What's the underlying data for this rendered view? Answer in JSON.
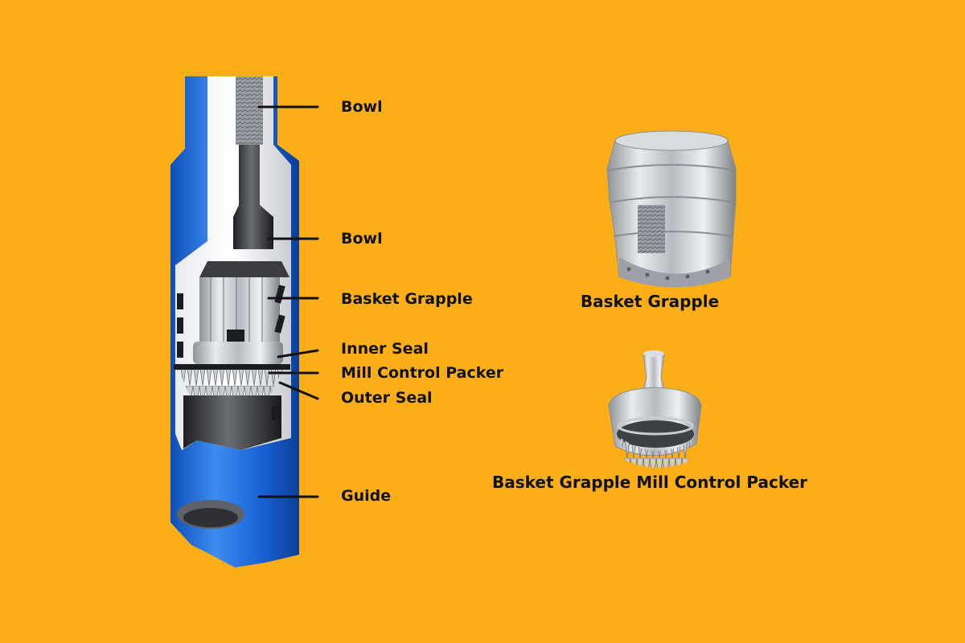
{
  "colors": {
    "background": "#FBAE17",
    "housing_blue": "#1F6FE0",
    "steel": "#B8BCC2",
    "leader_line": "#111111"
  },
  "overshot": {
    "callouts": [
      {
        "id": "bowl-top",
        "label": "Bowl"
      },
      {
        "id": "bowl-mid",
        "label": "Bowl"
      },
      {
        "id": "basket-grapple",
        "label": "Basket Grapple"
      },
      {
        "id": "inner-seal",
        "label": "Inner Seal"
      },
      {
        "id": "mill-control-packer",
        "label": "Mill Control Packer"
      },
      {
        "id": "outer-seal",
        "label": "Outer Seal"
      },
      {
        "id": "guide",
        "label": "Guide"
      }
    ]
  },
  "parts": {
    "basket_grapple_caption": "Basket Grapple",
    "mill_control_packer_caption": "Basket Grapple Mill Control Packer"
  }
}
